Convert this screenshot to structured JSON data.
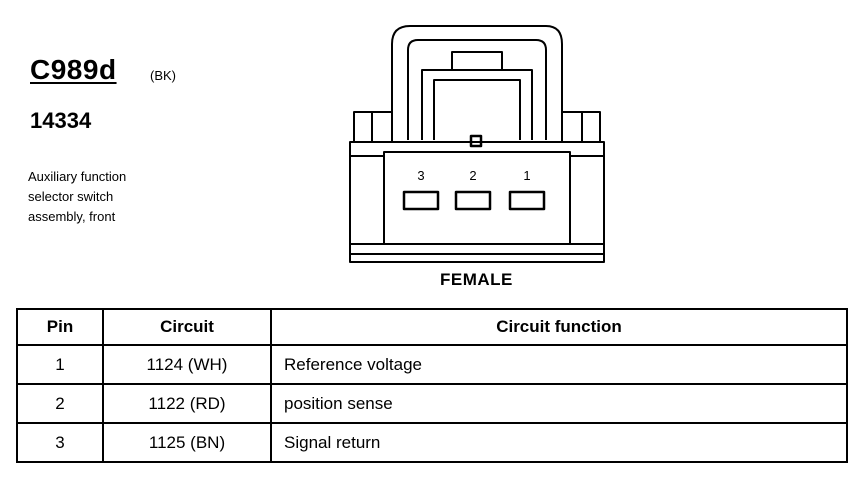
{
  "connector": {
    "id": "C989d",
    "color_code": "(BK)",
    "part_number": "14334",
    "description": [
      "Auxiliary function",
      "selector switch",
      "assembly, front"
    ],
    "gender": "FEMALE",
    "cavity_numbers": [
      "3",
      "2",
      "1"
    ]
  },
  "table": {
    "headers": [
      "Pin",
      "Circuit",
      "Circuit function"
    ],
    "rows": [
      {
        "pin": "1",
        "circuit": "1124 (WH)",
        "function": "Reference voltage"
      },
      {
        "pin": "2",
        "circuit": "1122 (RD)",
        "function": "position sense"
      },
      {
        "pin": "3",
        "circuit": "1125 (BN)",
        "function": "Signal return"
      }
    ]
  }
}
